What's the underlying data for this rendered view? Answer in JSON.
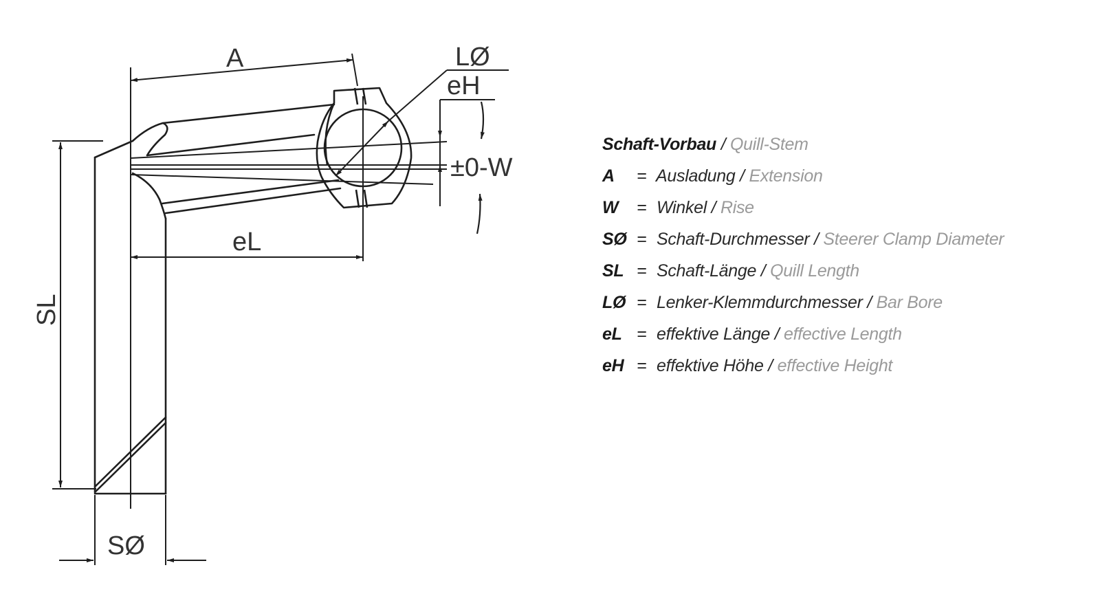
{
  "diagram": {
    "labels": {
      "A": "A",
      "L_diameter": "LØ",
      "eH": "eH",
      "rise": "±0-W",
      "eL": "eL",
      "SL": "SL",
      "S_diameter": "SØ"
    }
  },
  "legend": {
    "title": {
      "de": "Schaft-Vorbau",
      "sep": "/",
      "en": "Quill-Stem"
    },
    "rows": [
      {
        "key": "A",
        "eq": "=",
        "de": "Ausladung",
        "sep": "/",
        "en": "Extension"
      },
      {
        "key": "W",
        "eq": "=",
        "de": "Winkel",
        "sep": "/",
        "en": "Rise"
      },
      {
        "key": "SØ",
        "eq": "=",
        "de": "Schaft-Durchmesser",
        "sep": "/",
        "en": "Steerer Clamp Diameter"
      },
      {
        "key": "SL",
        "eq": "=",
        "de": "Schaft-Länge",
        "sep": "/",
        "en": "Quill Length"
      },
      {
        "key": "LØ",
        "eq": "=",
        "de": "Lenker-Klemmdurchmesser",
        "sep": "/",
        "en": "Bar Bore"
      },
      {
        "key": "eL",
        "eq": "=",
        "de": "effektive Länge",
        "sep": "/",
        "en": "effective Length"
      },
      {
        "key": "eH",
        "eq": "=",
        "de": "effektive Höhe",
        "sep": "/",
        "en": "effective Height"
      }
    ]
  },
  "colors": {
    "line": "#1e1e1e",
    "text": "#2a2a2a",
    "english_text": "#9a9a9a"
  }
}
